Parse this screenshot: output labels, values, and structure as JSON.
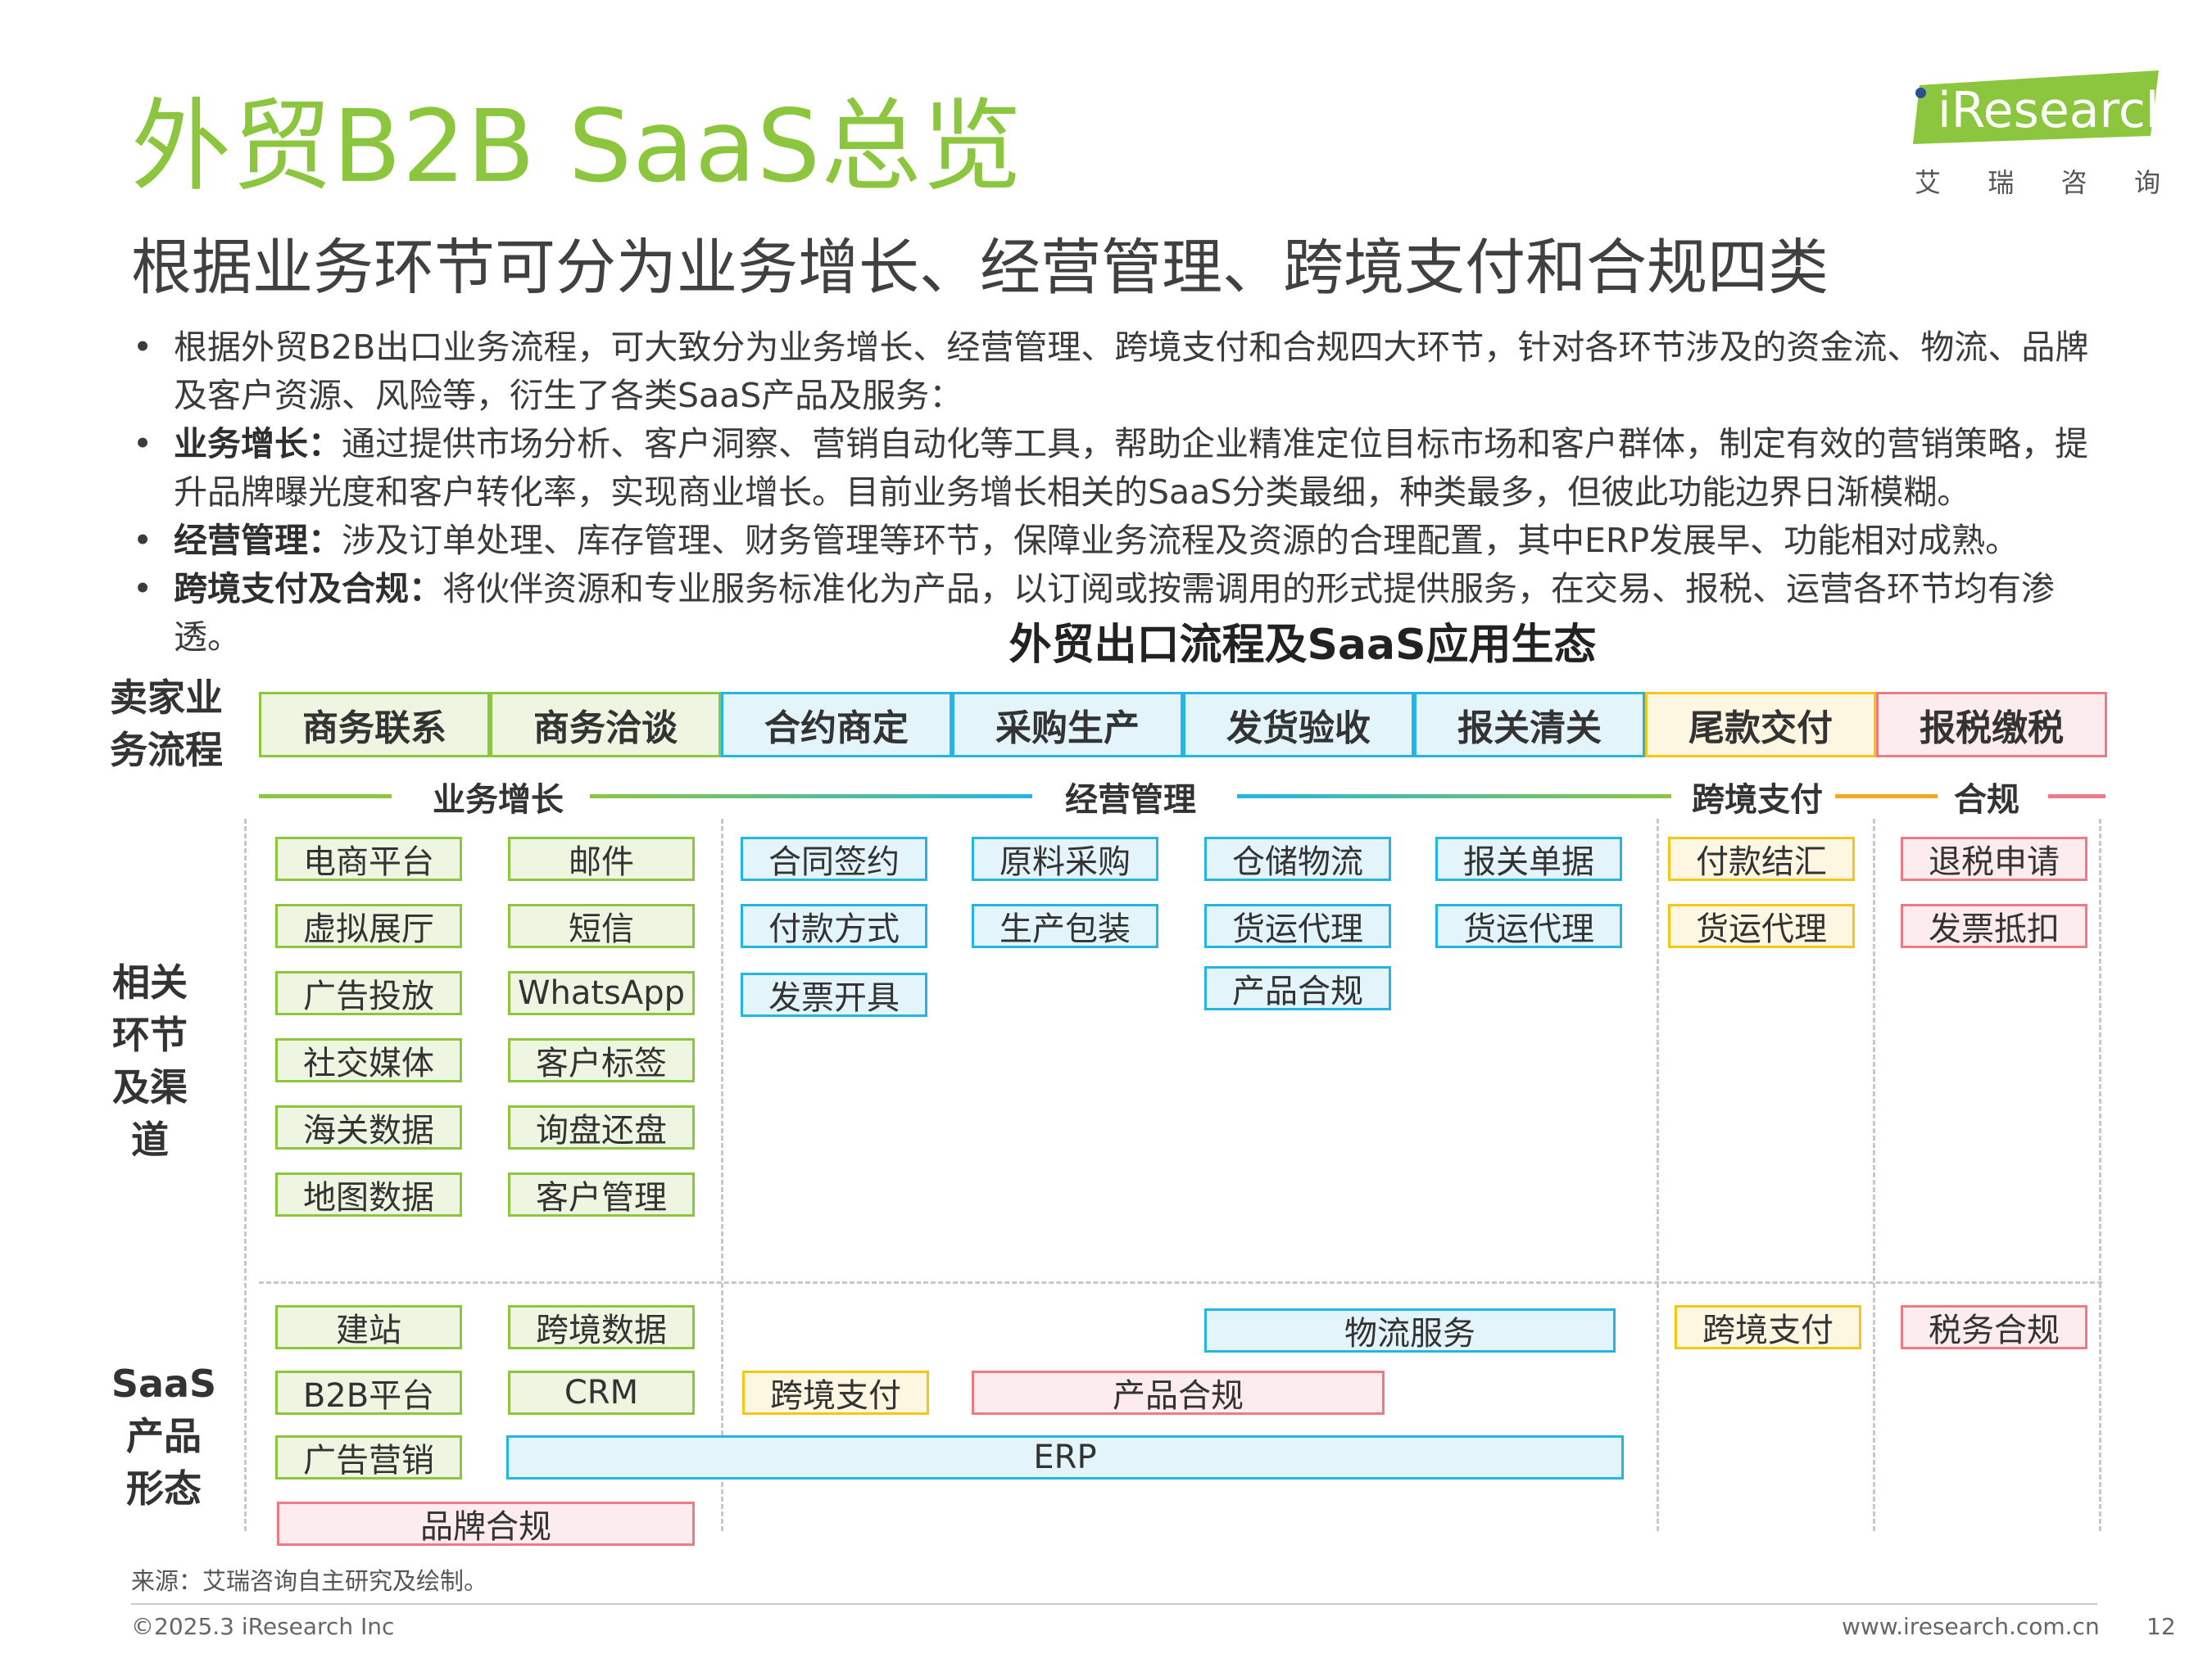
{
  "header": {
    "title": "外贸B2B SaaS总览",
    "subtitle": "根据业务环节可分为业务增长、经营管理、跨境支付和合规四类",
    "logo_text": "iResearch",
    "logo_cn": [
      "艾",
      "瑞",
      "咨",
      "询"
    ]
  },
  "bullets": [
    {
      "lead": "",
      "text": "根据外贸B2B出口业务流程，可大致分为业务增长、经营管理、跨境支付和合规四大环节，针对各环节涉及的资金流、物流、品牌及客户资源、风险等，衍生了各类SaaS产品及服务："
    },
    {
      "lead": "业务增长：",
      "text": "通过提供市场分析、客户洞察、营销自动化等工具，帮助企业精准定位目标市场和客户群体，制定有效的营销策略，提升品牌曝光度和客户转化率，实现商业增长。目前业务增长相关的SaaS分类最细，种类最多，但彼此功能边界日渐模糊。"
    },
    {
      "lead": "经营管理：",
      "text": "涉及订单处理、库存管理、财务管理等环节，保障业务流程及资源的合理配置，其中ERP发展早、功能相对成熟。"
    },
    {
      "lead": "跨境支付及合规：",
      "text": "将伙伴资源和专业服务标准化为产品，以订阅或按需调用的形式提供服务，在交易、报税、运营各环节均有渗透。"
    }
  ],
  "diagram": {
    "title": "外贸出口流程及SaaS应用生态",
    "row_labels": {
      "process": [
        "卖家业",
        "务流程"
      ],
      "channels": [
        "相关",
        "环节",
        "及渠",
        "道"
      ],
      "saas": [
        "SaaS",
        "产品",
        "形态"
      ]
    },
    "stages": [
      "商务联系",
      "商务洽谈",
      "合约商定",
      "采购生产",
      "发货验收",
      "报关清关",
      "尾款交付",
      "报税缴税"
    ],
    "categories": [
      "业务增长",
      "经营管理",
      "跨境支付",
      "合规"
    ],
    "channels": {
      "col1": [
        "电商平台",
        "虚拟展厅",
        "广告投放",
        "社交媒体",
        "海关数据",
        "地图数据"
      ],
      "col2": [
        "邮件",
        "短信",
        "WhatsApp",
        "客户标签",
        "询盘还盘",
        "客户管理"
      ],
      "col3": [
        "合同签约",
        "付款方式",
        "发票开具"
      ],
      "col4": [
        "原料采购",
        "生产包装"
      ],
      "col5": [
        "仓储物流",
        "货运代理",
        "产品合规"
      ],
      "col6": [
        "报关单据",
        "货运代理"
      ],
      "col7": [
        "付款结汇",
        "货运代理"
      ],
      "col8": [
        "退税申请",
        "发票抵扣"
      ]
    },
    "saas": {
      "jianzhan": "建站",
      "kuajing_data": "跨境数据",
      "b2b": "B2B平台",
      "crm": "CRM",
      "ad": "广告营销",
      "brand": "品牌合规",
      "pay_mid": "跨境支付",
      "product_compliance": "产品合规",
      "logistics": "物流服务",
      "erp": "ERP",
      "pay_right": "跨境支付",
      "tax": "税务合规"
    },
    "colors": {
      "green": "#8cc63e",
      "blue": "#23b5e3",
      "yellow": "#f5c518",
      "red": "#ee7a85"
    }
  },
  "footer": {
    "source": "来源：艾瑞咨询自主研究及绘制。",
    "copyright": "©2025.3 iResearch Inc",
    "url": "www.iresearch.com.cn",
    "page": "12"
  }
}
